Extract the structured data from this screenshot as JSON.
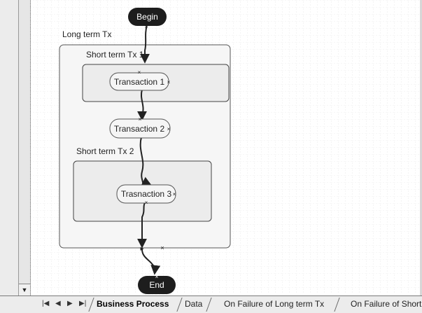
{
  "diagram": {
    "begin_label": "Begin",
    "end_label": "End",
    "long_container_label": "Long term Tx",
    "short1_label": "Short term Tx 1",
    "short2_label": "Short term Tx 2",
    "task1_label": "Transaction 1",
    "task2_label": "Transaction 2",
    "task3_label": "Trasnaction 3"
  },
  "tabs": {
    "nav": [
      "|◀",
      "◀",
      "▶",
      "▶|"
    ],
    "items": [
      {
        "label": "Business Process",
        "active": true
      },
      {
        "label": "Data",
        "active": false
      },
      {
        "label": "On Failure of Long term Tx",
        "active": false
      },
      {
        "label": "On Failure of Short",
        "active": false
      }
    ]
  }
}
